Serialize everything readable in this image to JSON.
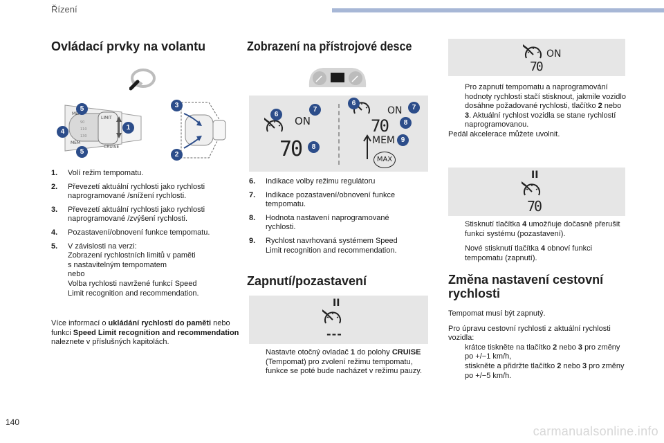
{
  "header": {
    "section": "Řízení"
  },
  "footer": {
    "page_number": "140",
    "watermark": "carmanualsonline.info"
  },
  "col1": {
    "title": "Ovládací prvky na volantu",
    "badges": [
      "5",
      "4",
      "5",
      "1",
      "3",
      "2"
    ],
    "lever_labels": {
      "limit": "LIMIT",
      "mem_top": "MEM",
      "mem_bottom": "MEM",
      "cruise": "CRUISE"
    },
    "items": [
      {
        "n": "1.",
        "text": "Volí režim tempomatu."
      },
      {
        "n": "2.",
        "text": "Převezetí aktuální rychlosti jako rychlosti\nnaprogramované /snížení rychlosti."
      },
      {
        "n": "3.",
        "text": "Převezetí aktuální rychlosti jako rychlosti\nnaprogramované /zvýšení rychlosti."
      },
      {
        "n": "4.",
        "text": "Pozastavení/obnovení funkce tempomatu."
      },
      {
        "n": "5.",
        "text": "V závislosti na verzi:\nZobrazení rychlostních limitů v paměti\ns nastavitelným tempomatem\nnebo\nVolba rychlosti navržené funkcí Speed\nLimit recognition and recommendation."
      }
    ],
    "more_info": {
      "p1": "Více informací o ",
      "b1": "ukládání rychlostí do paměti",
      "p2": " nebo funkci ",
      "b2": "Speed Limit recognition and recommendation",
      "p3": " naleznete v příslušných kapitolách."
    }
  },
  "col2": {
    "title": "Zobrazení na přístrojové desce",
    "display": {
      "left": {
        "on": "ON",
        "speed": "70"
      },
      "right": {
        "on": "ON",
        "speed": "70",
        "mem": "MEM",
        "max": "MAX"
      },
      "badges": [
        "6",
        "7",
        "8",
        "6",
        "7",
        "8",
        "9"
      ]
    },
    "items": [
      {
        "n": "6.",
        "text": "Indikace volby režimu regulátoru"
      },
      {
        "n": "7.",
        "text": "Indikace pozastavení/obnovení funkce\ntempomatu."
      },
      {
        "n": "8.",
        "text": "Hodnota nastavení naprogramované\nrychlosti."
      },
      {
        "n": "9.",
        "text": "Rychlost navrhovaná systémem Speed\nLimit recognition and recommendation."
      }
    ],
    "title2": "Zapnutí/pozastavení",
    "pause_panel": {
      "pause": "II",
      "dashes": "---"
    },
    "bullet": {
      "p1": "Nastavte otočný ovladač ",
      "b1": "1",
      "p2": " do polohy ",
      "b2": "CRUISE",
      "p3": " (Tempomat) pro zvolení režimu tempomatu, funkce se poté bude nacházet v režimu pauzy."
    }
  },
  "col3": {
    "on_panel": {
      "on": "ON",
      "speed": "70"
    },
    "bullet1": {
      "p1": "Pro zapnutí tempomatu a naprogramování hodnoty rychlosti stačí stisknout, jakmile vozidlo dosáhne požadované rychlosti, tlačítko ",
      "b1": "2",
      "p2": " nebo ",
      "b2": "3",
      "p3": ". Aktuální rychlost vozidla se stane rychlostí naprogramovanou."
    },
    "pedal_text": "Pedál akcelerace můžete uvolnit.",
    "pause_panel": {
      "pause": "II",
      "speed": "70"
    },
    "bullet2": {
      "p1": "Stisknutí tlačítka ",
      "b1": "4",
      "p2": " umožňuje dočasně přerušit funkci systému (pozastavení)."
    },
    "bullet3": {
      "p1": "Nové stisknutí tlačítka ",
      "b1": "4",
      "p2": " obnoví funkci tempomatu (zapnutí)."
    },
    "title": "Změna nastavení cestovní rychlosti",
    "p_enabled": "Tempomat musí být zapnutý.",
    "p_modify": "Pro úpravu cestovní rychlosti z aktuální rychlosti vozidla:",
    "bullet4": {
      "p1": "krátce tiskněte na tlačítko ",
      "b1": "2",
      "p2": " nebo ",
      "b2": "3",
      "p3": " pro změny po +/−1 km/h,"
    },
    "bullet5": {
      "p1": "stiskněte a přidržte tlačítko ",
      "b1": "2",
      "p2": " nebo ",
      "b2": "3",
      "p3": " pro změny po +/−5 km/h."
    }
  },
  "bullet_glyph": "",
  "colors": {
    "accent": "#2c4d8a",
    "panel": "#e6e6e6",
    "top_bar": "#a7b7d6"
  }
}
